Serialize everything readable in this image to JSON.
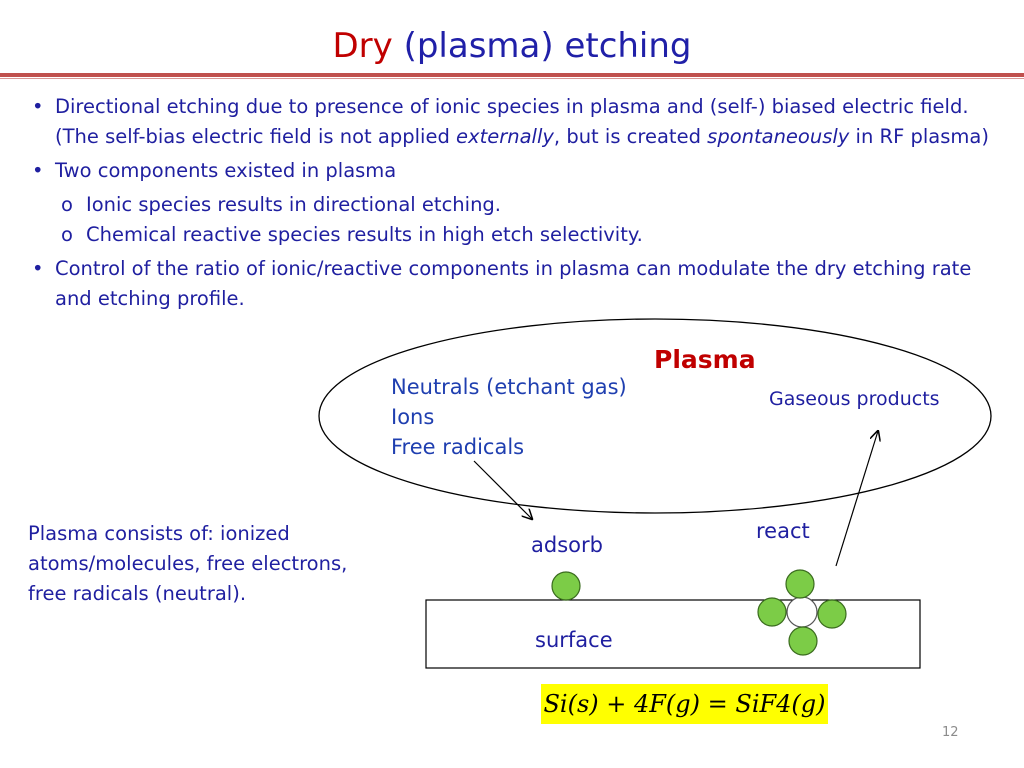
{
  "title": {
    "accent": "Dry",
    "rest": " (plasma) etching"
  },
  "bullets": {
    "b1": {
      "part1": "Directional etching due to presence of ionic species in plasma and (self-) biased electric field. (The self-bias electric field is not applied ",
      "em1": "externally",
      "part2": ", but is created ",
      "em2": "spontaneously",
      "part3": " in RF plasma)"
    },
    "b2": {
      "text": "Two components existed in plasma",
      "subs": [
        "Ionic species results in directional etching.",
        "Chemical reactive species results in high etch selectivity."
      ]
    },
    "b3": "Control of the ratio of ionic/reactive components in plasma can modulate the dry etching rate and etching profile.",
    "marker": "•",
    "sub_marker": "o"
  },
  "diagram": {
    "plasma_label": "Plasma",
    "species": [
      "Neutrals (etchant gas)",
      "Ions",
      "Free radicals"
    ],
    "gaseous_products": "Gaseous products",
    "adsorb": "adsorb",
    "react": "react",
    "surface": "surface",
    "colors": {
      "molecule": "#7ccc47",
      "molecule_stroke": "#3a6b1e",
      "highlight": "#ffff00"
    }
  },
  "consists": "Plasma consists of: ionized atoms/molecules, free electrons, free radicals (neutral).",
  "equation": "Si(s) + 4F(g) = SiF4(g)",
  "page_number": "12"
}
